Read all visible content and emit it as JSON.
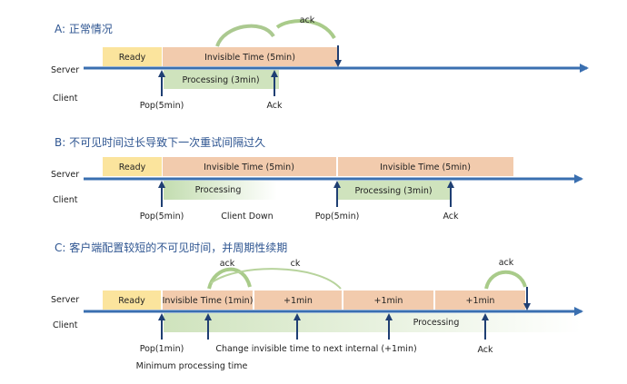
{
  "colors": {
    "timeline": "#3a6fb0",
    "arrow": "#1f3f73",
    "ready": "#fbe49d",
    "invisible": "#f2cbad",
    "processing": "#cfe3bd",
    "arc": "#93b973",
    "title": "#2e5591"
  },
  "sections": [
    {
      "id": "A",
      "title": "A: 正常情况",
      "server_label": "Server",
      "client_label": "Client",
      "blocks": [
        {
          "kind": "ready",
          "label": "Ready"
        },
        {
          "kind": "invisible",
          "label": "Invisible Time (5min)"
        }
      ],
      "processing": [
        {
          "label": "Processing (3min)",
          "style": "solid"
        }
      ],
      "markers": [
        {
          "label": "Pop(5min)"
        },
        {
          "label": "Ack"
        }
      ],
      "arcs": [
        {
          "label": "ack"
        }
      ]
    },
    {
      "id": "B",
      "title": "B: 不可见时间过长导致下一次重试间隔过久",
      "server_label": "Server",
      "client_label": "Client",
      "blocks": [
        {
          "kind": "ready",
          "label": "Ready"
        },
        {
          "kind": "invisible",
          "label": "Invisible Time (5min)"
        },
        {
          "kind": "invisible",
          "label": "Invisible Time (5min)"
        }
      ],
      "processing": [
        {
          "label": "Processing",
          "style": "fade"
        },
        {
          "label": "Processing (3min)",
          "style": "solid"
        }
      ],
      "markers": [
        {
          "label": "Pop(5min)"
        },
        {
          "label": "Client Down"
        },
        {
          "label": "Pop(5min)"
        },
        {
          "label": "Ack"
        }
      ]
    },
    {
      "id": "C",
      "title": "C: 客户端配置较短的不可见时间，并周期性续期",
      "server_label": "Server",
      "client_label": "Client",
      "blocks": [
        {
          "kind": "ready",
          "label": "Ready"
        },
        {
          "kind": "invisible",
          "label": "Invisible Time (1min)"
        },
        {
          "kind": "invisible",
          "label": "+1min"
        },
        {
          "kind": "invisible",
          "label": "+1min"
        },
        {
          "kind": "invisible",
          "label": "+1min"
        }
      ],
      "processing": [
        {
          "label": "Processing",
          "style": "fade"
        }
      ],
      "markers": [
        {
          "label": "Pop(1min)"
        },
        {
          "label": "Minimum processing time"
        },
        {
          "label": "Change invisible time to next internal (+1min)"
        },
        {
          "label": "Ack"
        }
      ],
      "arcs": [
        {
          "label": "ack"
        },
        {
          "label": "ck"
        },
        {
          "label": "ack"
        }
      ]
    }
  ]
}
